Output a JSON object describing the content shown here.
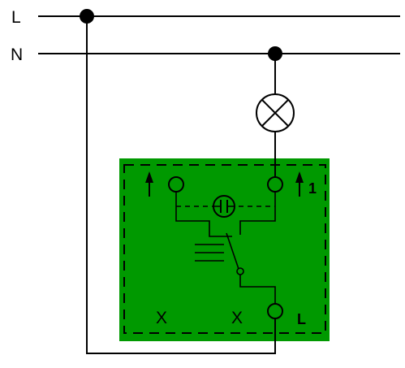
{
  "lines": {
    "phase_label": "L",
    "neutral_label": "N"
  },
  "module": {
    "color": "#009900",
    "index_label": "1",
    "terminal_x_left": "X",
    "terminal_x_right": "X",
    "terminal_l": "L"
  }
}
